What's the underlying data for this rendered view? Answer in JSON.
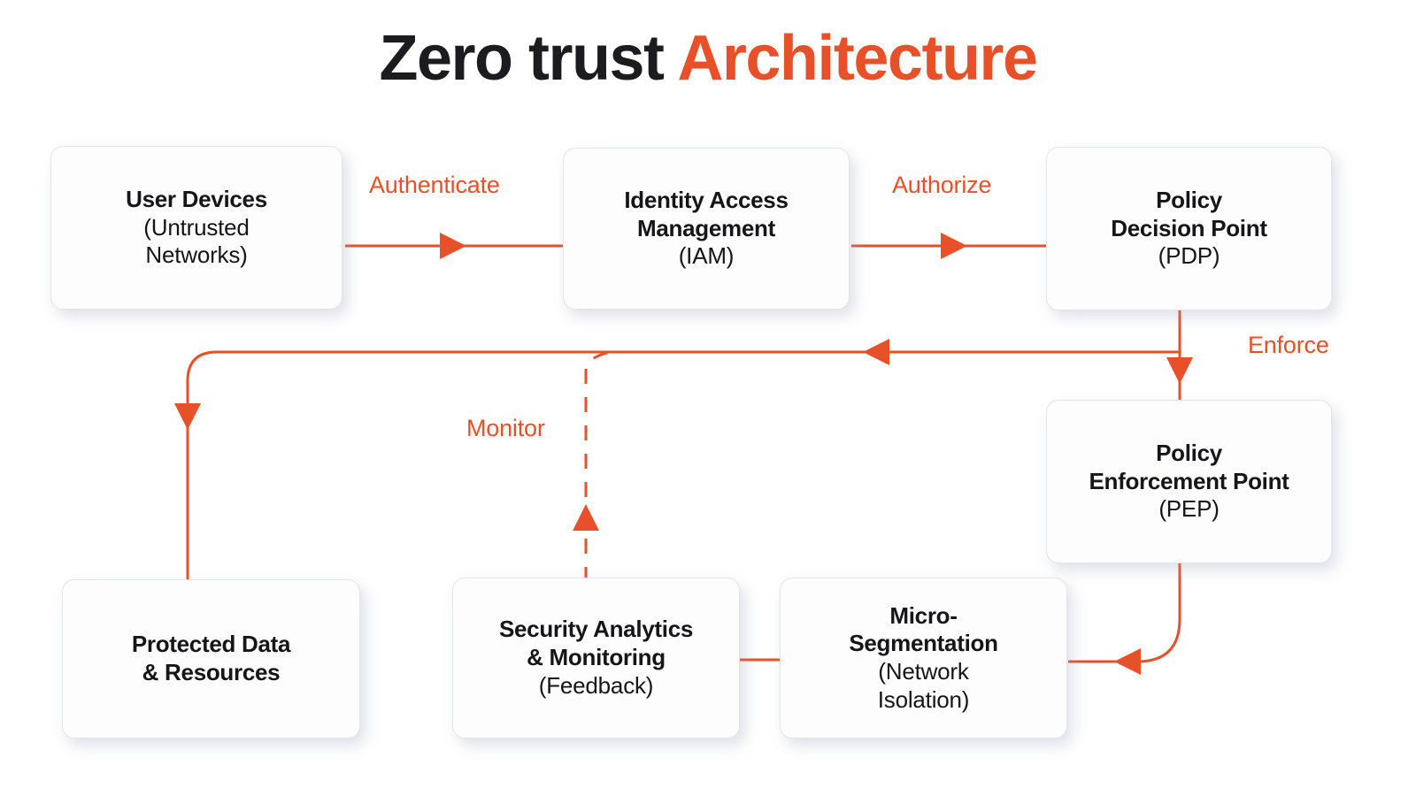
{
  "title": {
    "primary": "Zero trust ",
    "accent": "Architecture"
  },
  "colors": {
    "accent": "#e8502a",
    "text_dark": "#15151a",
    "node_fill": "#fdfdfd",
    "node_border": "#e4e4ea",
    "background": "#ffffff"
  },
  "diagram": {
    "type": "flowchart",
    "nodes": [
      {
        "id": "user-devices",
        "line1": "User Devices",
        "line2": "(Untrusted",
        "line3": "Networks)"
      },
      {
        "id": "iam",
        "line1": "Identity Access",
        "line2": "Management",
        "line3": "(IAM)"
      },
      {
        "id": "pdp",
        "line1": "Policy",
        "line2": "Decision Point",
        "line3": "(PDP)"
      },
      {
        "id": "pep",
        "line1": "Policy",
        "line2": "Enforcement Point",
        "line3": "(PEP)"
      },
      {
        "id": "protected-data",
        "line1": "Protected Data",
        "line2": "& Resources"
      },
      {
        "id": "security-analytics",
        "line1": "Security Analytics",
        "line2": "& Monitoring",
        "line3": "(Feedback)"
      },
      {
        "id": "micro-segmentation",
        "line1": "Micro-",
        "line2": "Segmentation",
        "line3": "(Network",
        "line4": "Isolation)"
      }
    ],
    "edges": [
      {
        "id": "authenticate",
        "label": "Authenticate",
        "from": "user-devices",
        "to": "iam",
        "style": "solid"
      },
      {
        "id": "authorize",
        "label": "Authorize",
        "from": "iam",
        "to": "pdp",
        "style": "solid"
      },
      {
        "id": "enforce",
        "label": "Enforce",
        "from": "pdp",
        "to": "pep",
        "style": "solid"
      },
      {
        "id": "pep-to-micro",
        "label": "",
        "from": "pep",
        "to": "micro-segmentation",
        "style": "solid"
      },
      {
        "id": "micro-to-analytics",
        "label": "",
        "from": "micro-segmentation",
        "to": "security-analytics",
        "style": "solid"
      },
      {
        "id": "monitor",
        "label": "Monitor",
        "from": "security-analytics",
        "to": "feedback-bus",
        "style": "dashed"
      },
      {
        "id": "feedback",
        "label": "",
        "from": "pep",
        "to": "protected-data",
        "style": "solid"
      }
    ]
  }
}
